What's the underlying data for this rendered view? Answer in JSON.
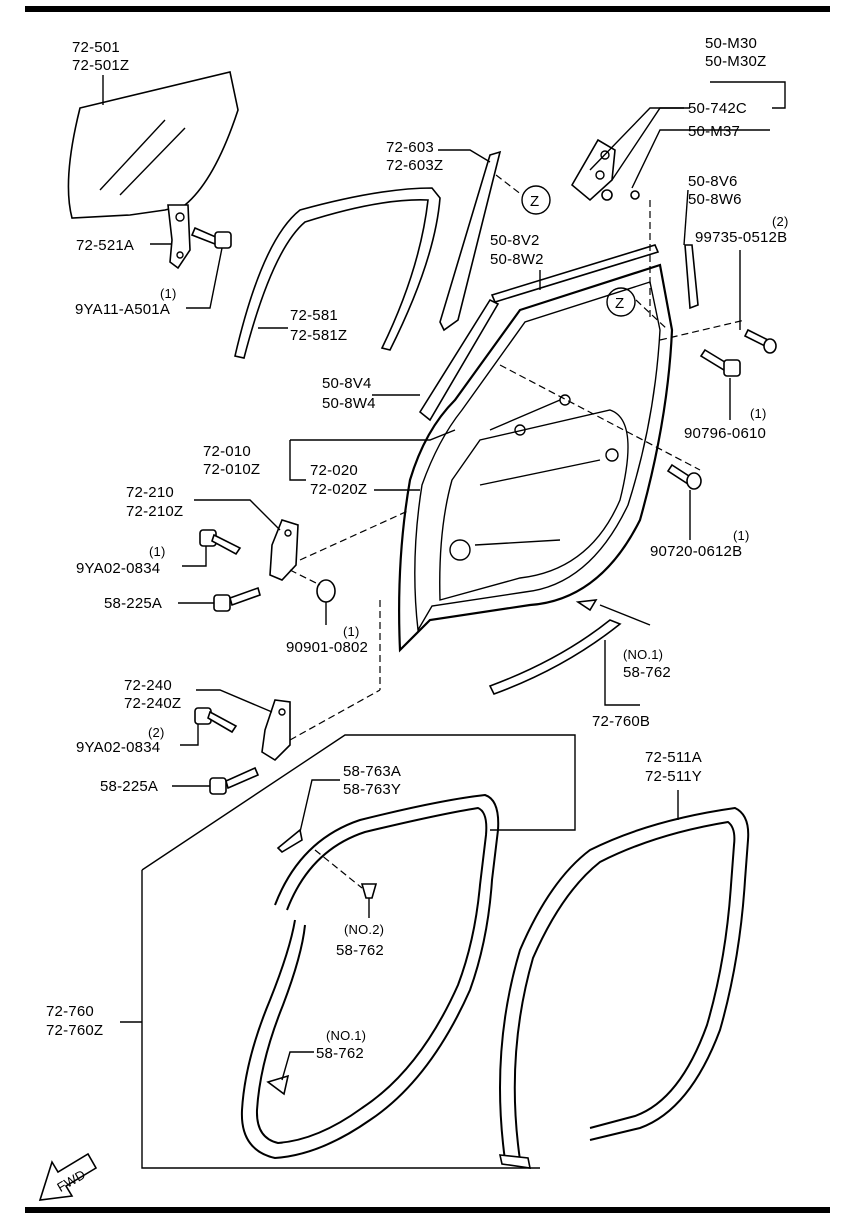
{
  "labels": {
    "glass": [
      "72-501",
      "72-501Z"
    ],
    "glass_holder": "72-521A",
    "glass_bolt_qty": "(1)",
    "glass_bolt": "9YA11-A501A",
    "run_channel": [
      "72-603",
      "72-603Z"
    ],
    "run_upper": [
      "72-581",
      "72-581Z"
    ],
    "sash_tape_a": [
      "50-8V4",
      "50-8W4"
    ],
    "sash_tape_b": [
      "50-8V2",
      "50-8W2"
    ],
    "garnish": [
      "50-M30",
      "50-M30Z"
    ],
    "garnish_clip": "50-742C",
    "garnish_fastener": "50-M37",
    "garnish_tape": [
      "50-8V6",
      "50-8W6"
    ],
    "screw_a_qty": "(2)",
    "screw_a": "99735-0512B",
    "bolt_b_qty": "(1)",
    "bolt_b": "90796-0610",
    "door_shell": [
      "72-010",
      "72-010Z"
    ],
    "door_panel": [
      "72-020",
      "72-020Z"
    ],
    "bolt_c_qty": "(1)",
    "bolt_c": "90720-0612B",
    "upper_hinge": [
      "72-210",
      "72-210Z"
    ],
    "hinge_bolt_up_qty": "(1)",
    "hinge_bolt_up": "9YA02-0834",
    "hinge_bolt_58_up": "58-225A",
    "nut_qty": "(1)",
    "nut": "90901-0802",
    "clip_no1_qty": "(NO.1)",
    "clip_no1": "58-762",
    "weatherstrip_lower": "72-760B",
    "lower_hinge": [
      "72-240",
      "72-240Z"
    ],
    "hinge_bolt_low_qty": "(2)",
    "hinge_bolt_low": "9YA02-0834",
    "hinge_bolt_58_low": "58-225A",
    "seal_clip": [
      "58-763A",
      "58-763Y"
    ],
    "clip_no2_qty": "(NO.2)",
    "clip_no2": "58-762",
    "clip_no1b_qty": "(NO.1)",
    "clip_no1b": "58-762",
    "weatherstrip": [
      "72-760",
      "72-760Z"
    ],
    "opening_seal": [
      "72-511A",
      "72-511Y"
    ],
    "ref_z": "Z",
    "fwd": "FWD"
  }
}
